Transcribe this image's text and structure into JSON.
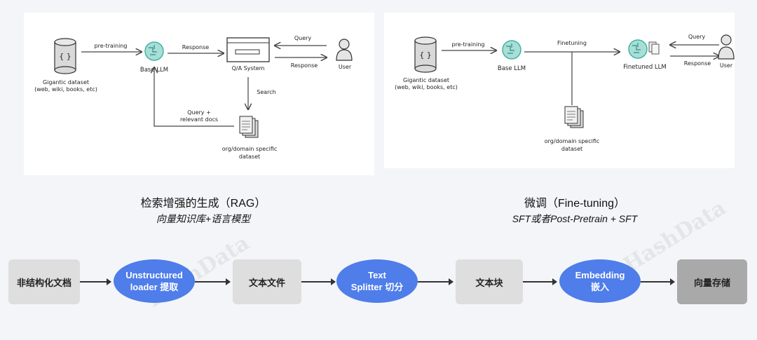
{
  "watermark": "HashData",
  "rag_diagram": {
    "db_label": "{ }",
    "dataset_label_1": "Gigantic dataset",
    "dataset_label_2": "(web, wiki, books, etc)",
    "pretraining_label": "pre-training",
    "base_llm_label": "Base LLM",
    "response_top_label": "Response",
    "qa_system_label": "Q/A System",
    "query_label": "Query",
    "response_label": "Response",
    "user_label": "User",
    "search_label": "Search",
    "query_docs_label_1": "Query +",
    "query_docs_label_2": "relevant docs",
    "domain_label_1": "org/domain specific",
    "domain_label_2": "dataset"
  },
  "ft_diagram": {
    "db_label": "{ }",
    "dataset_label_1": "Gigantic dataset",
    "dataset_label_2": "(web, wiki, books, etc)",
    "pretraining_label": "pre-training",
    "base_llm_label": "Base LLM",
    "finetuning_label": "Finetuning",
    "finetuned_llm_label": "Finetuned LLM",
    "query_label": "Query",
    "response_label": "Response",
    "user_label": "User",
    "domain_label_1": "org/domain specific",
    "domain_label_2": "dataset"
  },
  "captions": {
    "rag_title": "检索增强的生成（RAG）",
    "rag_subtitle": "向量知识库+语言模型",
    "ft_title": "微调（Fine-tuning）",
    "ft_subtitle": "SFT或者Post-Pretrain + SFT"
  },
  "pipeline": {
    "step1": "非结构化文档",
    "step2_line1": "Unstructured",
    "step2_line2": "loader 提取",
    "step3": "文本文件",
    "step4_line1": "Text",
    "step4_line2": "Splitter 切分",
    "step5": "文本块",
    "step6_line1": "Embedding",
    "step6_line2": "嵌入",
    "step7": "向量存储"
  },
  "colors": {
    "oval_blue": "#4f7de9",
    "box_gray": "#dedede",
    "box_dark": "#a9a9a9",
    "llm_teal": "#3fb3a6"
  }
}
